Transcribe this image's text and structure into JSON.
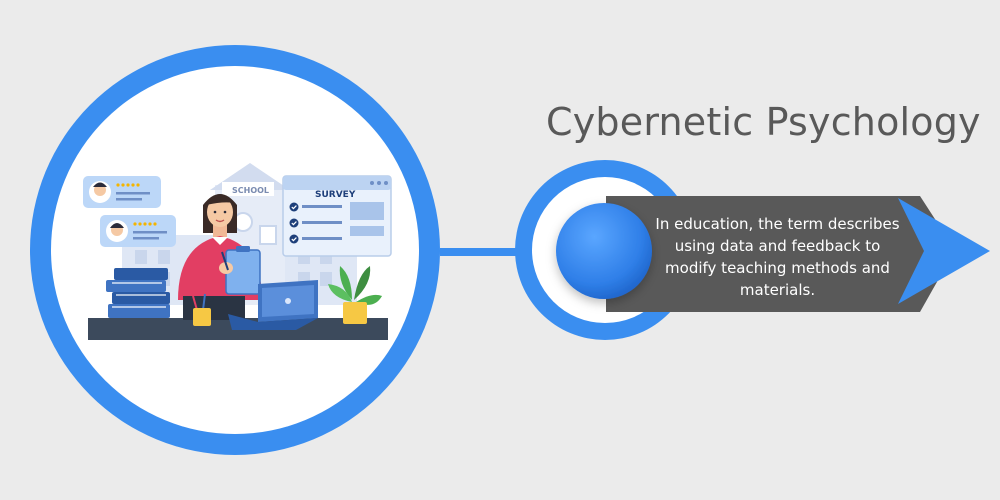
{
  "title": "Cybernetic Psychology",
  "description": "In education, the term describes using data and feedback to modify teaching methods and materials.",
  "illustration": {
    "school_sign": "SCHOOL",
    "survey_title": "SURVEY",
    "icons": [
      "person-avatar-icon",
      "rating-stars-icon",
      "checkbox-icon",
      "laptop-icon",
      "plant-icon",
      "books-icon",
      "pencil-cup-icon"
    ]
  },
  "colors": {
    "background": "#ebebeb",
    "ring_blue": "#3a8ef0",
    "node_blue": "#2f7fe8",
    "banner_gray": "#595959",
    "title_gray": "#595959",
    "arrow_blue": "#3a8ef0"
  }
}
